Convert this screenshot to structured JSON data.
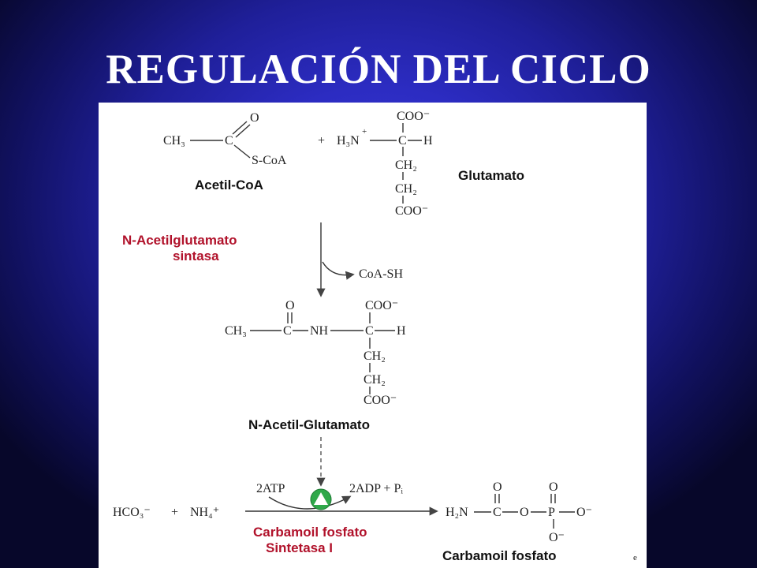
{
  "slide": {
    "title": "REGULACIÓN DEL CICLO"
  },
  "diagram": {
    "acetyl_coa": {
      "ch3": "CH₃",
      "c": "C",
      "o": "O",
      "scoa": "S-CoA",
      "label": "Acetil-CoA"
    },
    "plus1": "+",
    "glutamate": {
      "coo_top": "COO⁻",
      "h3n": "H₃N",
      "plus_charge": "+",
      "c": "C",
      "h": "H",
      "ch2_1": "CH₂",
      "ch2_2": "CH₂",
      "coo_bottom": "COO⁻",
      "label": "Glutamato"
    },
    "enzyme1": {
      "line1": "N-Acetilglutamato",
      "line2": "sintasa"
    },
    "byproduct": "CoA-SH",
    "nag": {
      "o": "O",
      "ch3": "CH₃",
      "c1": "C",
      "nh": "NH",
      "c2": "C",
      "h": "H",
      "coo_top": "COO⁻",
      "ch2_1": "CH₂",
      "ch2_2": "CH₂",
      "coo_bottom": "COO⁻",
      "label": "N-Acetil-Glutamato"
    },
    "reaction2": {
      "hco3": "HCO₃⁻",
      "plus": "+",
      "nh4": "NH₄⁺",
      "atp": "2ATP",
      "adp": "2ADP + Pᵢ",
      "enzyme_line1": "Carbamoil fosfato",
      "enzyme_line2": "Sintetasa I"
    },
    "carbamoyl_phosphate": {
      "h2n": "H₂N",
      "c": "C",
      "o_top1": "O",
      "o_mid": "O",
      "p": "P",
      "o_top2": "O",
      "o_right": "O⁻",
      "o_bottom": "O⁻",
      "label": "Carbamoil fosfato"
    },
    "corner_fragment": "e"
  },
  "colors": {
    "enzyme_text": "#b1122b",
    "activator_green": "#2fa84a"
  }
}
